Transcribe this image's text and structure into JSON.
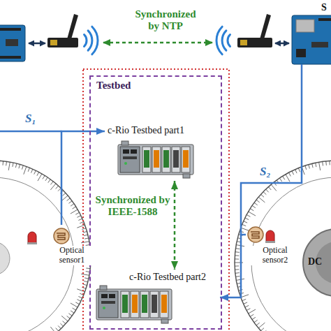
{
  "diagram": {
    "nodes": [
      {
        "text": [
          "Testbed"
        ]
      },
      {
        "text": [
          "c-Rio Testbed part1"
        ],
        "in": 0
      },
      {
        "text": [
          "c-Rio Testbed part2"
        ],
        "in": 0
      },
      {
        "text": [
          "Optical sensor1"
        ]
      },
      {
        "text": [
          "Optical sensor2"
        ]
      }
    ],
    "edges": [
      {
        "from": 3,
        "to": 1,
        "arrow": "to",
        "label": "S₁"
      },
      {
        "from": 4,
        "to": 2,
        "arrow": "to",
        "label": "S₂"
      },
      {
        "from": 1,
        "to": 2,
        "arrow": "both",
        "label": "Synchronized by IEEE-1588"
      }
    ],
    "labels": [
      "Synchronized by NTP",
      "S",
      "DC"
    ]
  }
}
